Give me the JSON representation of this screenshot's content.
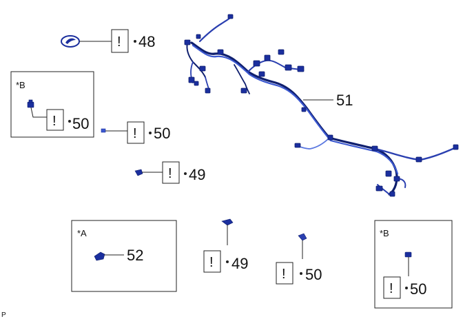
{
  "diagram": {
    "corner_code": "P",
    "callouts": [
      {
        "id": "c48",
        "glyph": "!",
        "number": "48"
      },
      {
        "id": "c50a",
        "glyph": "!",
        "number": "50"
      },
      {
        "id": "c50b",
        "glyph": "!",
        "number": "50"
      },
      {
        "id": "c49a",
        "glyph": "!",
        "number": "49"
      },
      {
        "id": "c49b",
        "glyph": "!",
        "number": "49"
      },
      {
        "id": "c50c",
        "glyph": "!",
        "number": "50"
      },
      {
        "id": "c50d",
        "glyph": "!",
        "number": "50"
      }
    ],
    "labels": {
      "harness": "51",
      "part_a": "52"
    },
    "boxes": {
      "box_b_left": "*B",
      "box_a": "*A",
      "box_b_right": "*B"
    },
    "colors": {
      "wire_dark": "#0f1f6e",
      "wire_mid": "#2a3fb0",
      "wire_light": "#5b78e0",
      "line": "#222222"
    }
  }
}
